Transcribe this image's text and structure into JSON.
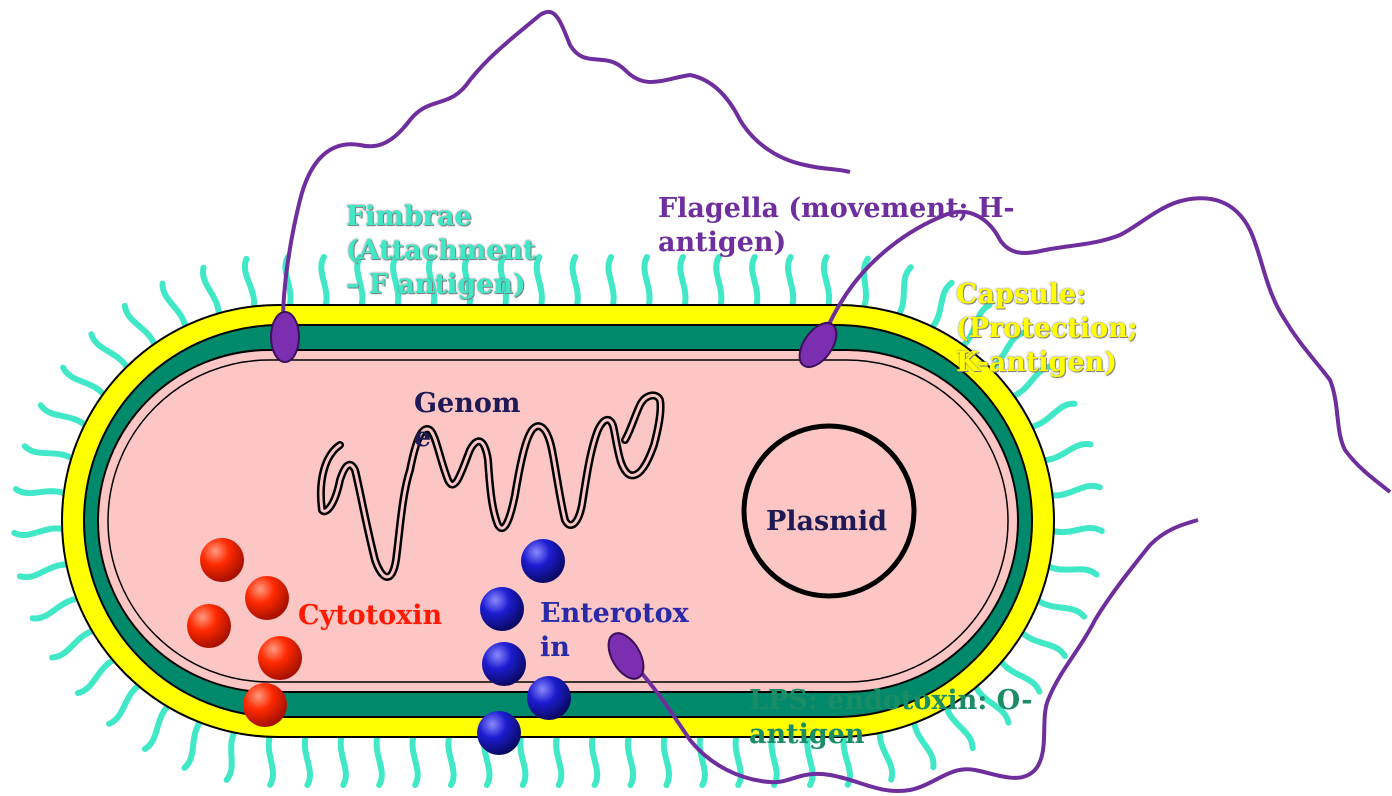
{
  "colors": {
    "fimbrae": "#40e8c8",
    "capsule": "#ffff00",
    "outer_membrane": "#00896a",
    "cytoplasm": "#fbc6c4",
    "flagella": "#6f2e9e",
    "dna": "#000000",
    "cytotoxin": "#ff1a00",
    "enterotoxin": "#1c1cd0",
    "genome_text": "#1d1a55",
    "lps_text": "#1a8c66"
  },
  "labels": {
    "fimbrae": [
      "Fimbrae",
      "(Attachment",
      "– F antigen)"
    ],
    "flagella": [
      "Flagella (movement; H-",
      "antigen)"
    ],
    "capsule": [
      "Capsule:",
      "(Protection;",
      "K-antigen)"
    ],
    "lps": [
      "LPS: endotoxin: O-",
      "antigen"
    ],
    "genome": [
      "Genom",
      "e"
    ],
    "plasmid": "Plasmid",
    "cytotoxin": "Cytotoxin",
    "enterotoxin": [
      "Enterotox",
      "in"
    ]
  }
}
